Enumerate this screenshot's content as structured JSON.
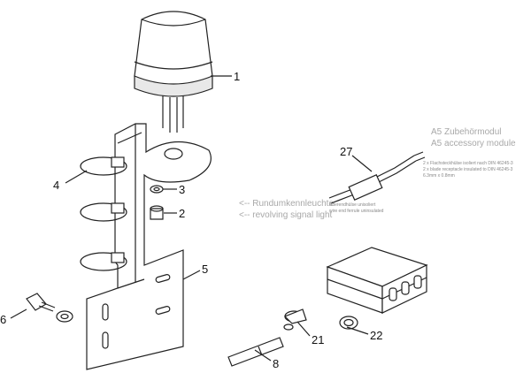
{
  "labels": {
    "p1": "1",
    "p2": "2",
    "p3": "3",
    "p4": "4",
    "p5": "5",
    "p6": "6",
    "p8": "8",
    "p21": "21",
    "p22": "22",
    "p27": "27"
  },
  "captions": {
    "accessory_de": "A5 Zubehörmodul",
    "accessory_en": "A5 accessory module",
    "beacon_de": "<-- Rundumkennleuchte",
    "beacon_en": "<-- revolving signal light"
  },
  "small_notes": {
    "receptacle_de": "2 x Flachsteckhülse isoliert nach DIN 46245-3",
    "receptacle_en": "2 x blade receptacle insulated to DIN 46245-3",
    "receptacle_size": "6.3mm x 0.8mm",
    "ferrule_de": "Aderendhülse unisoliert",
    "ferrule_en": "wire end ferrule uninsulated"
  }
}
